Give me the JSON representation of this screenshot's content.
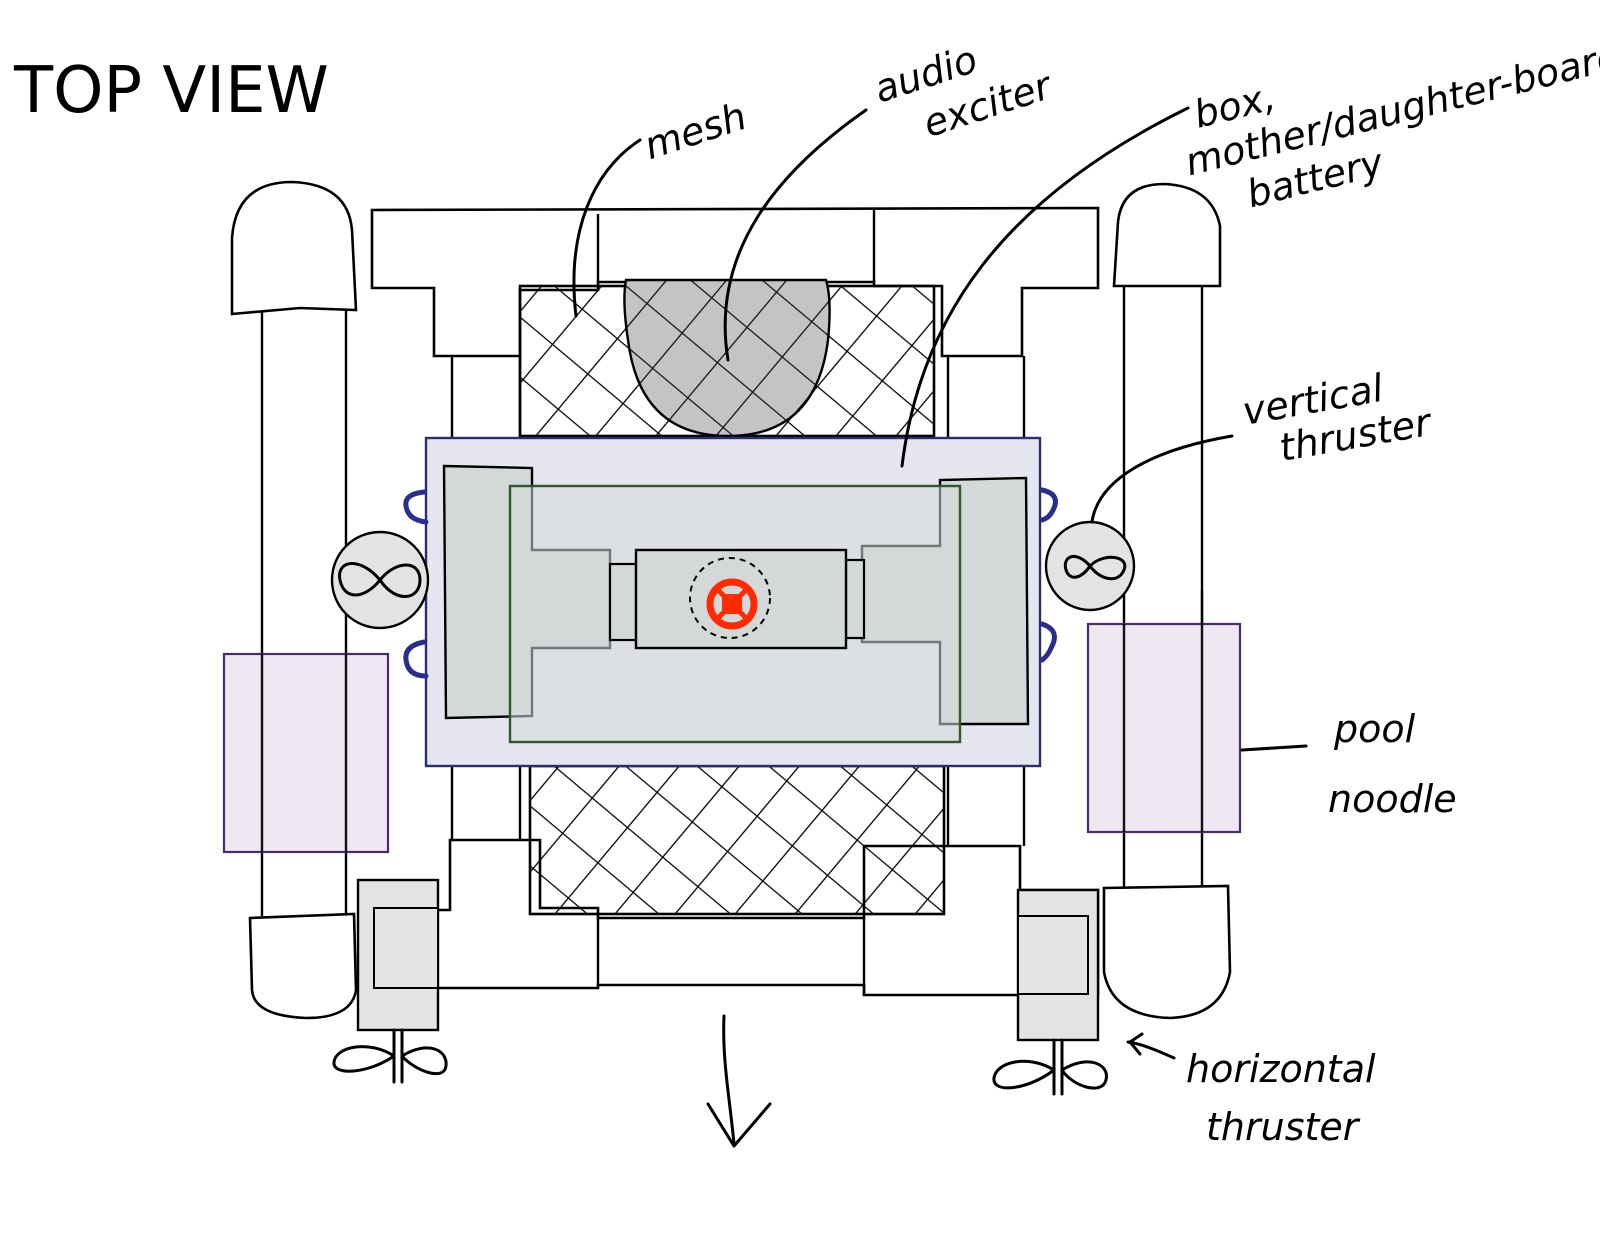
{
  "title": "TOP VIEW",
  "labels": {
    "mesh": "mesh",
    "audio_exciter": [
      "audio",
      "exciter"
    ],
    "box": [
      "box,",
      "mother/daughter-board,",
      "battery"
    ],
    "vertical_thruster": [
      "vertical",
      "thruster"
    ],
    "pool_noodle": [
      "pool",
      "noodle"
    ],
    "horizontal_thruster": [
      "horizontal",
      "thruster"
    ]
  },
  "colors": {
    "box_fill": "#e6e6f0",
    "box_border": "#2b2d6e",
    "board_border": "#2e5a2a",
    "board_fill": "#d3d8d8",
    "noodle_fill": "#ece3f0",
    "noodle_border": "#4b2a6e",
    "exciter_fill": "#c4c4c4",
    "thruster_fill": "#e3e3e3",
    "red_part": "#ff2a00",
    "clip_color": "#2b2d8c"
  }
}
